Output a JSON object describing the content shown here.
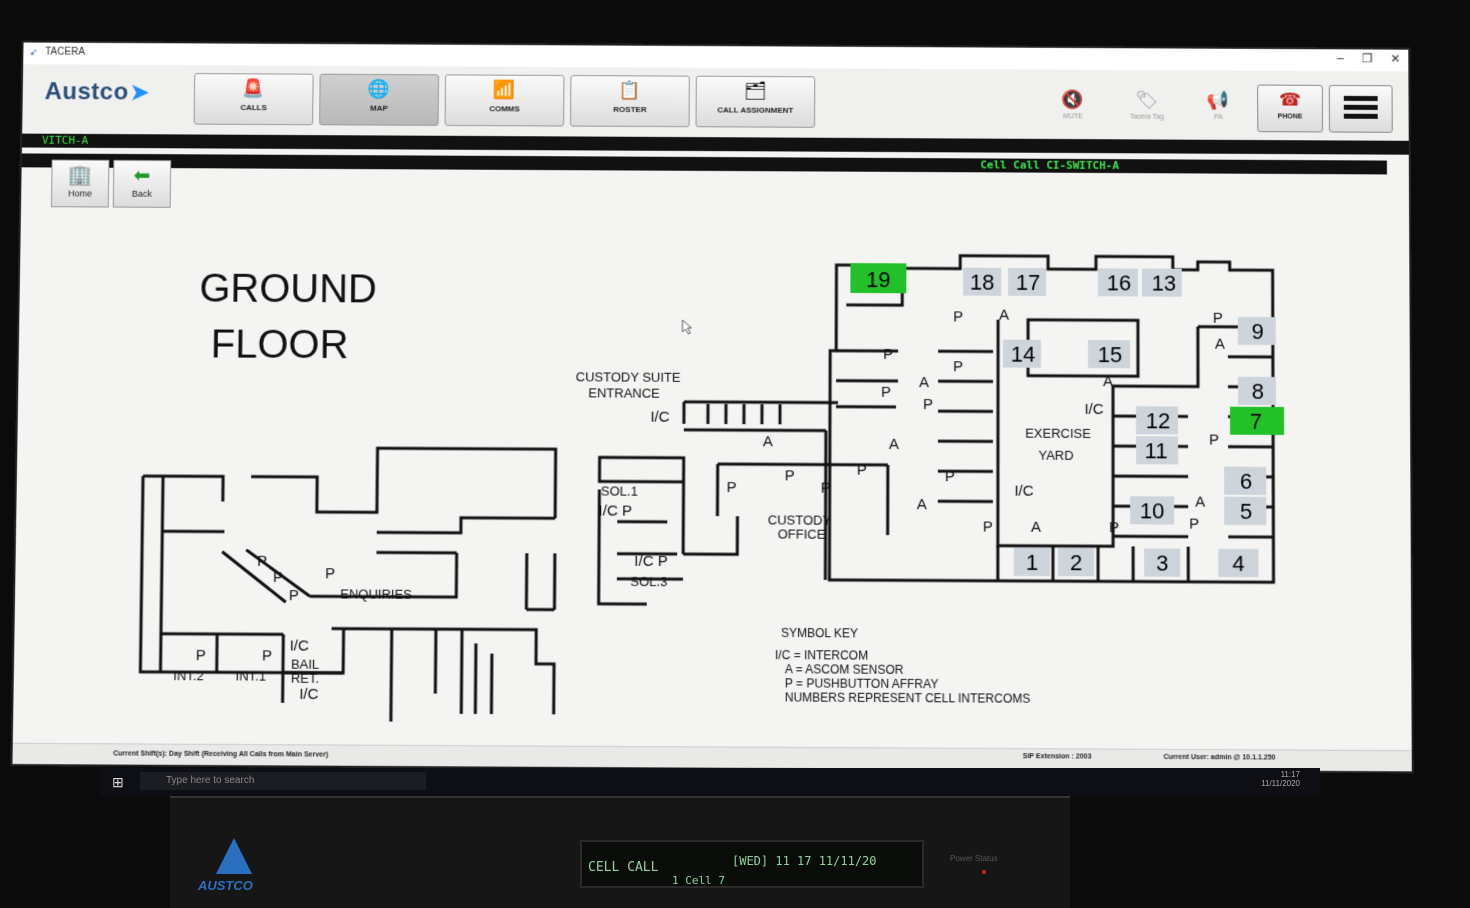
{
  "window": {
    "title": "TACERA",
    "controls": [
      "–",
      "❐",
      "✕"
    ]
  },
  "brand": {
    "logo": "Austco"
  },
  "nav": [
    {
      "label": "CALLS",
      "icon": "🚨",
      "active": false
    },
    {
      "label": "MAP",
      "icon": "🌐",
      "active": true
    },
    {
      "label": "COMMS",
      "icon": "📶",
      "active": false
    },
    {
      "label": "ROSTER",
      "icon": "📋",
      "active": false
    },
    {
      "label": "CALL ASSIGNMENT",
      "icon": "🗂",
      "active": false
    }
  ],
  "tools": [
    {
      "label": "MUTE",
      "icon": "🔇"
    },
    {
      "label": "Tacera Tag",
      "icon": "🏷"
    },
    {
      "label": "PA",
      "icon": "📢"
    }
  ],
  "phone": {
    "label": "PHONE",
    "icon": "☎"
  },
  "status": {
    "left": "VITCH-A",
    "cell_call": "Cell Call CI-SWITCH-A"
  },
  "subnav": {
    "home": "Home",
    "back": "Back"
  },
  "map": {
    "title_line1": "GROUND",
    "title_line2": "FLOOR",
    "custody_entrance_1": "CUSTODY SUITE",
    "custody_entrance_2": "ENTRANCE",
    "exercise_1": "EXERCISE",
    "exercise_2": "YARD",
    "custody_office_1": "CUSTODY",
    "custody_office_2": "OFFICE",
    "enquiries": "ENQUIRIES",
    "sol1": "SOL.1",
    "sol3": "SOL.3",
    "int2": "INT.2",
    "int1": "INT.1",
    "bail": "BAIL",
    "ret": "RET.",
    "ic": "I/C",
    "ic_p": "I/C P",
    "p": "P",
    "a": "A",
    "active_cells": [
      "19",
      "7"
    ],
    "cells": [
      "19",
      "18",
      "17",
      "16",
      "13",
      "9",
      "14",
      "15",
      "8",
      "7",
      "12",
      "11",
      "6",
      "10",
      "5",
      "1",
      "2",
      "3",
      "4"
    ],
    "key_title": "SYMBOL KEY",
    "key_ic": "I/C = INTERCOM",
    "key_a": "A = ASCOM SENSOR",
    "key_p": "P = PUSHBUTTON AFFRAY",
    "key_num": "NUMBERS REPRESENT CELL INTERCOMS"
  },
  "footer": {
    "shift": "Current Shift(s): Day Shift (Receiving All Calls from Main Server)",
    "sip": "SIP Extension : 2003",
    "user": "Current User: admin @ 10.1.1.250"
  },
  "taskbar": {
    "search": "Type here to search",
    "time": "11:17",
    "date": "11/11/2020"
  },
  "device": {
    "logo": "AUSTCO",
    "lcd_line1": "CELL CALL",
    "lcd_line1b": "[WED]  11 17   11/11/20",
    "lcd_line2": "1 Cell 7",
    "power": "Power  Status"
  },
  "colors": {
    "active_cell": "#22c12a",
    "cell_box": "#cdd4dc",
    "status_text": "#39e64a"
  }
}
